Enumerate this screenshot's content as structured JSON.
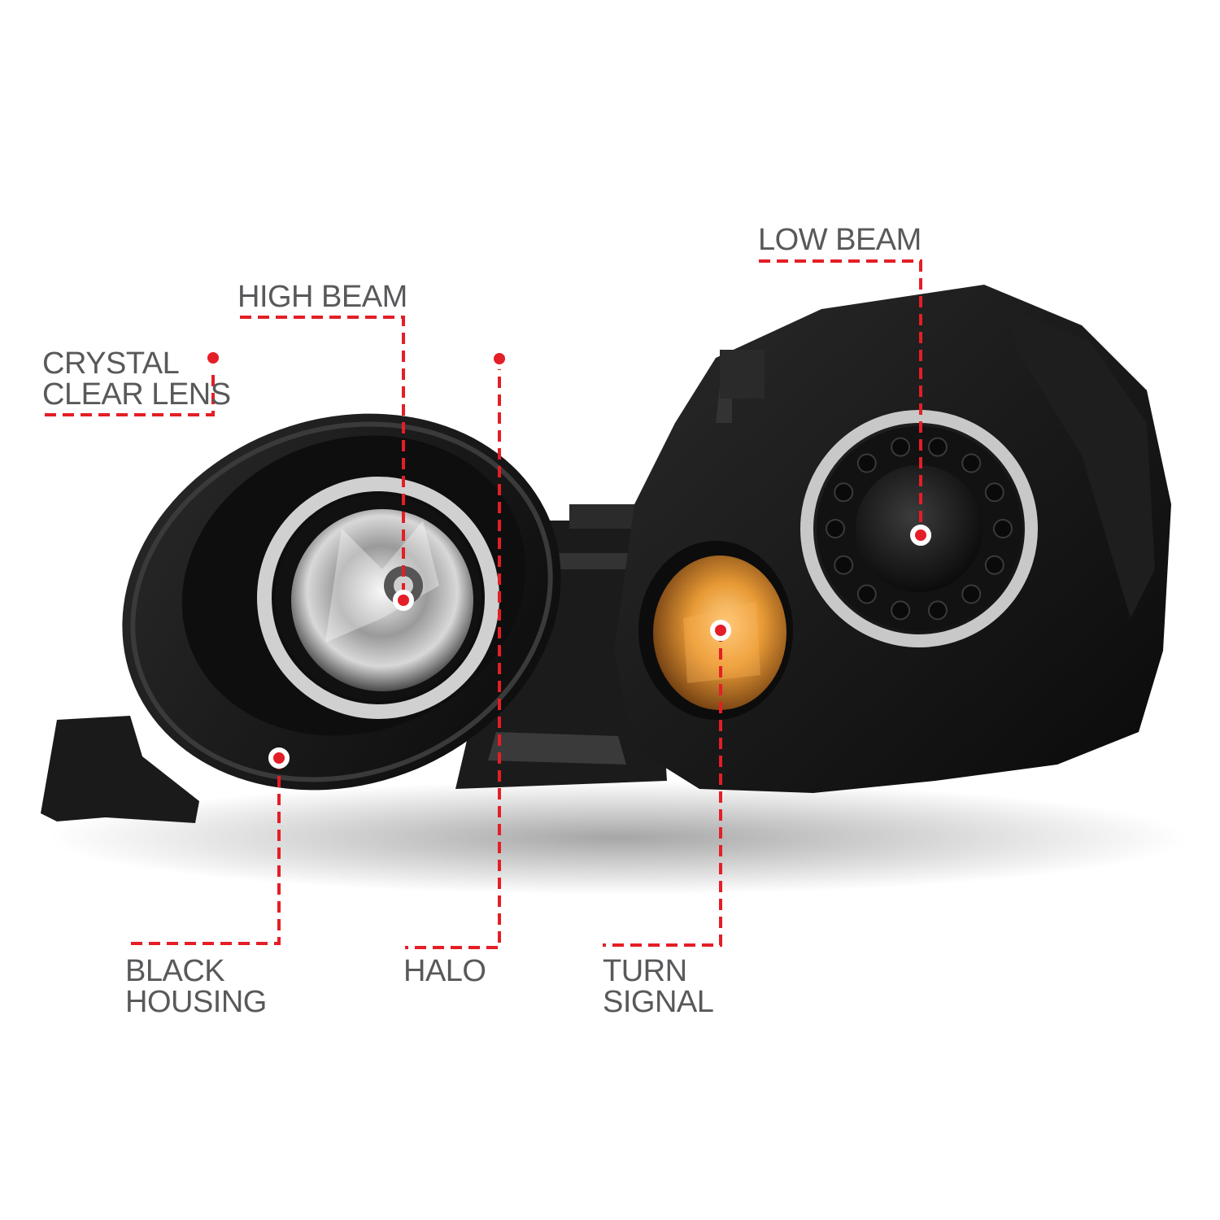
{
  "colors": {
    "background": "#ffffff",
    "label_text": "#58595b",
    "callout_red": "#e41e26",
    "housing_black": "#121212",
    "turn_signal_amber": "#d9821e"
  },
  "product_image": {
    "subject": "headlight-pair-photo"
  },
  "callouts": {
    "crystal_clear_lens": {
      "line1": "CRYSTAL",
      "line2": "CLEAR LENS"
    },
    "high_beam": {
      "line1": "HIGH BEAM"
    },
    "low_beam": {
      "line1": "LOW BEAM"
    },
    "black_housing": {
      "line1": "BLACK",
      "line2": "HOUSING"
    },
    "halo": {
      "line1": "HALO"
    },
    "turn_signal": {
      "line1": "TURN",
      "line2": "SIGNAL"
    }
  }
}
